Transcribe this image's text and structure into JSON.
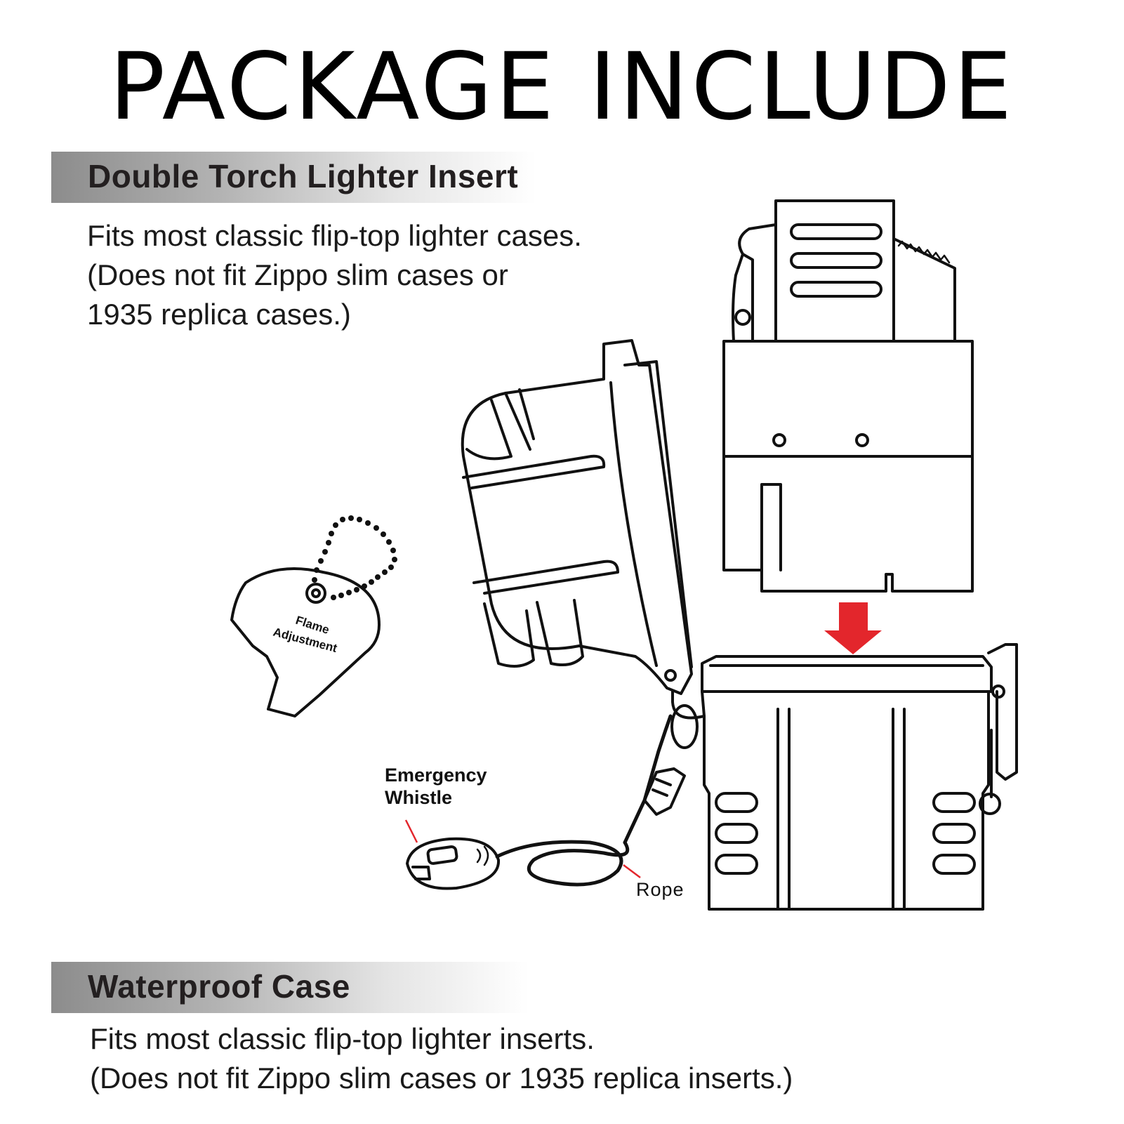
{
  "title": "PACKAGE INCLUDE",
  "sections": [
    {
      "heading": "Double Torch Lighter Insert",
      "lines": [
        "Fits most classic flip-top lighter cases.",
        "(Does not fit Zippo slim cases or",
        "1935 replica cases.)"
      ]
    },
    {
      "heading": "Waterproof Case",
      "lines": [
        "Fits most classic flip-top lighter inserts.",
        "(Does not fit Zippo slim cases or 1935 replica inserts.)"
      ]
    }
  ],
  "callouts": {
    "flame_line1": "Flame",
    "flame_line2": "Adjustment",
    "whistle_line1": "Emergency",
    "whistle_line2": "Whistle",
    "rope": "Rope"
  },
  "colors": {
    "arrow": "#e3262c",
    "pointer": "#e3262c",
    "outline": "#111111"
  },
  "icons": {
    "arrow": "arrow-down-icon"
  }
}
